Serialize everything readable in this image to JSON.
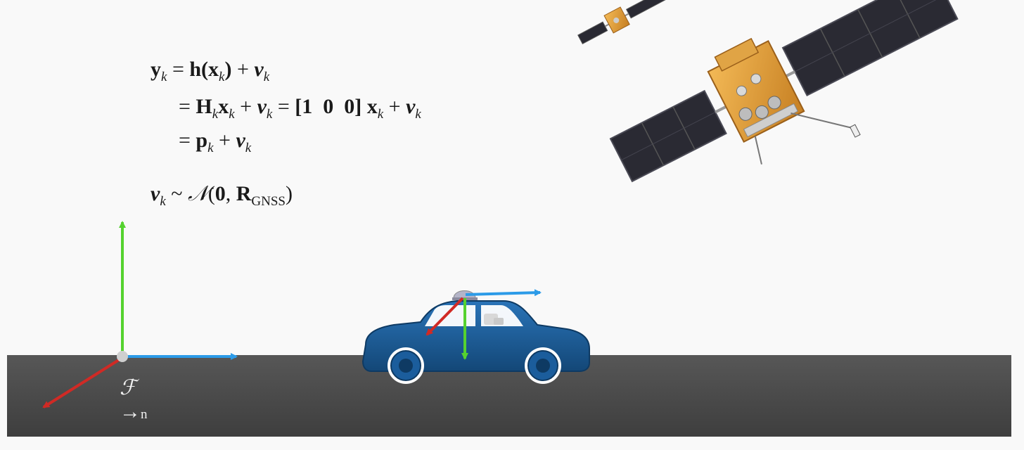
{
  "equations": {
    "line1": {
      "lhs": "y",
      "lhs_sub": "k",
      "eq": "=",
      "fn": "h(",
      "arg": "x",
      "arg_sub": "k",
      "close": ")",
      "plus": "+",
      "noise": "ν",
      "noise_sub": "k"
    },
    "line2": {
      "eq": "=",
      "H": "H",
      "H_sub": "k",
      "x": "x",
      "x_sub": "k",
      "plus": "+",
      "noise": "ν",
      "noise_sub": "k",
      "eq2": "=",
      "matrix": "[1  0  0]",
      "x2": "x",
      "x2_sub": "k",
      "plus2": "+",
      "noise2": "ν",
      "noise2_sub": "k"
    },
    "line3": {
      "eq": "=",
      "p": "p",
      "p_sub": "k",
      "plus": "+",
      "noise": "ν",
      "noise_sub": "k"
    },
    "noise_dist": {
      "noise": "ν",
      "noise_sub": "k",
      "tilde": "~",
      "normal": "𝒩",
      "open": "(",
      "zero": "0",
      "comma": ",",
      "R": "R",
      "R_sub": "GNSS",
      "close": ")"
    }
  },
  "frame": {
    "symbol": "ℱ",
    "arrow": "→",
    "subscript": "n"
  },
  "colors": {
    "background": "#f9f9f9",
    "road": "#4a4a4a",
    "car_body": "#1b5d9c",
    "axis_up": "#55d22f",
    "axis_forward": "#2c9be8",
    "axis_lateral": "#d02a25",
    "satellite_body": "#e9a43d",
    "solar_panel": "#2a2a33"
  },
  "icons": {
    "car": "car-icon",
    "antenna": "gnss-antenna-icon",
    "satellite": "satellite-icon"
  }
}
